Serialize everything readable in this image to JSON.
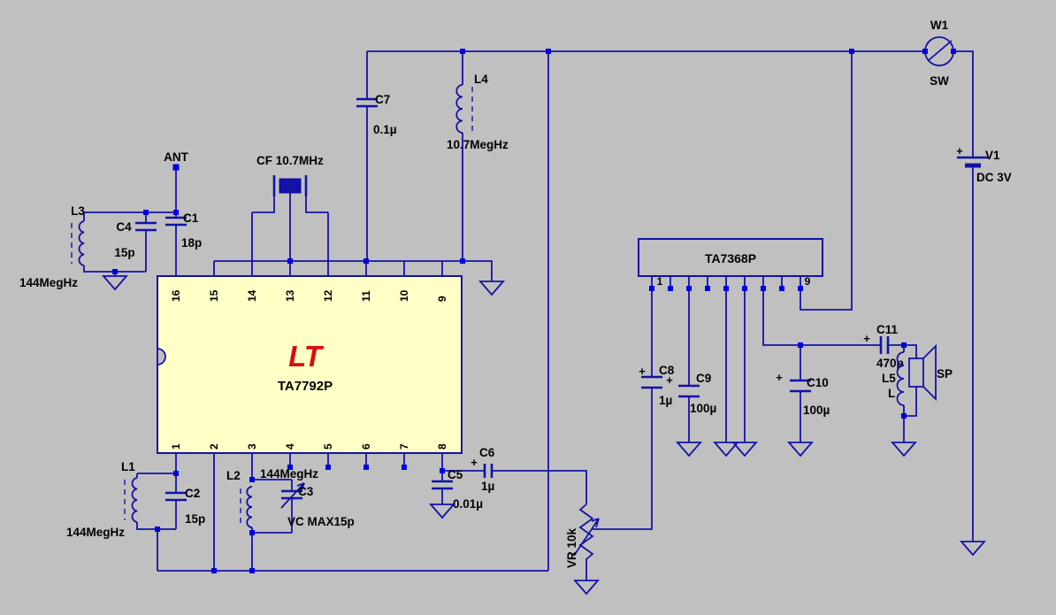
{
  "colors": {
    "background": "#C0C0C0",
    "wire": "#1212A6",
    "junction": "#0000E0",
    "ic_fill": "#FFFFC6",
    "logo_red": "#D50F0F",
    "text": "#000000"
  },
  "components": {
    "ant": {
      "label": "ANT"
    },
    "l3": {
      "label": "L3",
      "value": "144MegHz"
    },
    "c4": {
      "label": "C4",
      "value": "15p"
    },
    "c1": {
      "label": "C1",
      "value": "18p"
    },
    "cf": {
      "label": "CF 10.7MHz"
    },
    "c7": {
      "label": "C7",
      "value": "0.1µ"
    },
    "l4": {
      "label": "L4",
      "value": "10.7MegHz"
    },
    "ic1": {
      "label": "TA7792P",
      "logo": "LT",
      "top_pins": [
        "16",
        "15",
        "14",
        "13",
        "12",
        "11",
        "10",
        "9"
      ],
      "bottom_pins": [
        "1",
        "2",
        "3",
        "4",
        "5",
        "6",
        "7",
        "8"
      ]
    },
    "l1": {
      "label": "L1",
      "value": "144MegHz"
    },
    "c2": {
      "label": "C2",
      "value": "15p"
    },
    "l2": {
      "label": "L2",
      "value": "144MegHz"
    },
    "c3": {
      "label": "C3",
      "value": "VC MAX15p"
    },
    "c5": {
      "label": "C5",
      "value": "0.01µ"
    },
    "c6": {
      "label": "C6",
      "value": "1µ",
      "polarity": "+"
    },
    "vr": {
      "label": "VR 10k"
    },
    "ic2": {
      "label": "TA7368P",
      "pin_first": "1",
      "pin_last": "9"
    },
    "c8": {
      "label": "C8",
      "value": "1µ",
      "polarity": "+"
    },
    "c9": {
      "label": "C9",
      "value": "100µ",
      "polarity": "+"
    },
    "c10": {
      "label": "C10",
      "value": "100µ",
      "polarity": "+"
    },
    "c11": {
      "label": "C11",
      "value": "470p",
      "polarity": "+"
    },
    "l5": {
      "label": "L5",
      "value": "L"
    },
    "sp": {
      "label": "SP"
    },
    "w1": {
      "label": "W1",
      "value": "SW"
    },
    "v1": {
      "label": "V1",
      "value": "DC 3V",
      "polarity": "+"
    }
  }
}
